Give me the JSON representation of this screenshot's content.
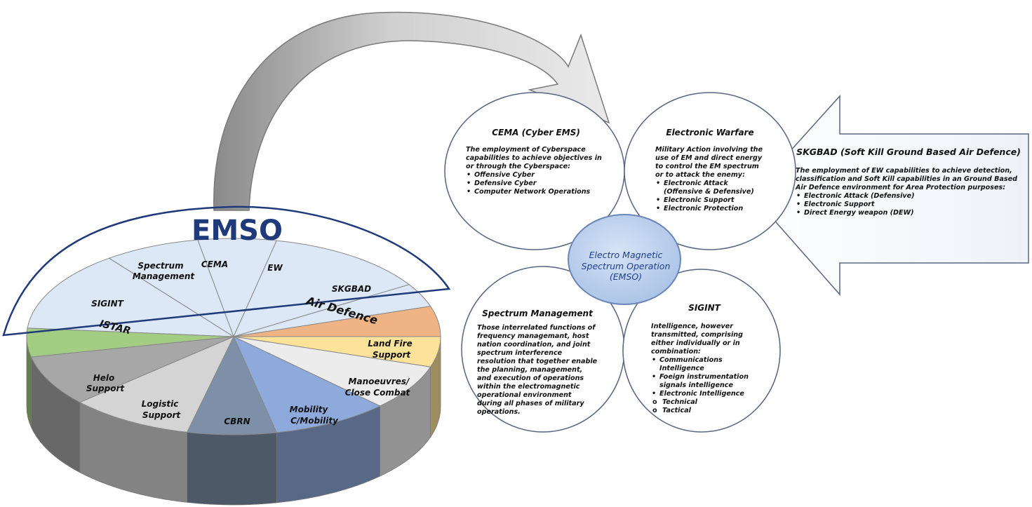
{
  "pie": {
    "title": "EMSO",
    "segments": [
      {
        "id": "cema",
        "label": "CEMA"
      },
      {
        "id": "ew",
        "label": "EW"
      },
      {
        "id": "skgbad",
        "label": "SKGBAD"
      },
      {
        "id": "air-defence",
        "label": "Air Defence"
      },
      {
        "id": "land-fire",
        "label": "Land Fire Support"
      },
      {
        "id": "manoeuvres",
        "label": "Manoeuvres/ Close Combat"
      },
      {
        "id": "mobility",
        "label": "Mobility C/Mobility"
      },
      {
        "id": "cbrn",
        "label": "CBRN"
      },
      {
        "id": "logistic",
        "label": "Logistic Support"
      },
      {
        "id": "helo",
        "label": "Helo Support"
      },
      {
        "id": "istar",
        "label": "ISTAR"
      },
      {
        "id": "sigint",
        "label": "SIGINT"
      },
      {
        "id": "spectrum",
        "label": "Spectrum Management"
      }
    ]
  },
  "center": {
    "label": "Electro Magnetic Spectrum Operation (EMSO)"
  },
  "petals": {
    "cema": {
      "title": "CEMA (Cyber EMS)",
      "desc": "The employment of Cyberspace capabilities to achieve objectives in or through the Cyberspace:",
      "items": [
        "Offensive Cyber",
        "Defensive Cyber",
        "Computer Network Operations"
      ]
    },
    "ew": {
      "title": "Electronic Warfare",
      "desc": "Military Action involving the use of EM and direct energy to control the EM spectrum or to attack the enemy:",
      "items": [
        "Electronic Attack (Offensive & Defensive)",
        "Electronic Support",
        "Electronic Protection"
      ]
    },
    "spectrum": {
      "title": "Spectrum Management",
      "desc": "Those interrelated functions of frequency managemant, host nation coordination, and joint spectrum interference resolution that together enable the planning, management, and execution of operations within the electromagnetic operational environment during all phases of military operations."
    },
    "sigint": {
      "title": "SIGINT",
      "desc": "Intelligence, however transmitted, comprising either individually or in combination:",
      "items": [
        "Communications Intelligence",
        "Foeign instrumentation signals intelligence",
        "Electronic Intelligence"
      ],
      "subitems": [
        "Technical",
        "Tactical"
      ]
    }
  },
  "skgbad": {
    "title": "SKGBAD (Soft Kill Ground Based Air Defence)",
    "desc": "The employment of EW capabilities to achieve detection, classification and Soft Kill capabilities in an Ground Based Air Defence environment for Area Protection purposes:",
    "items": [
      "Electronic Attack (Defensive)",
      "Electronic Support",
      "Direct Energy weapon (DEW)"
    ]
  }
}
